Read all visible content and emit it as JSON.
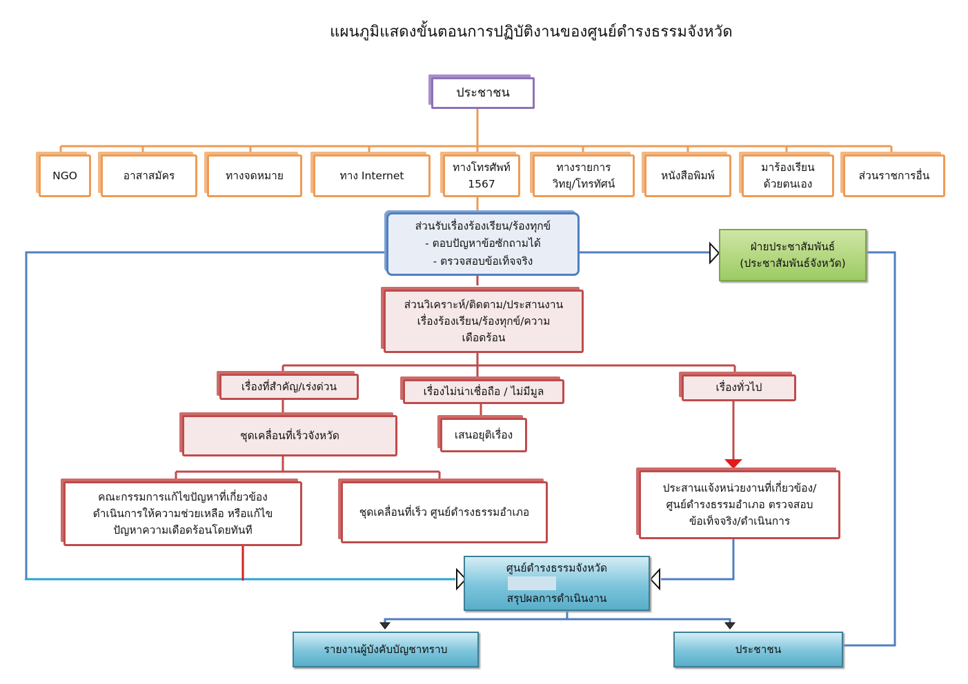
{
  "title": "แผนภูมิแสดงขั้นตอนการปฏิบัติงานของศูนย์ดำรงธรรมจังหวัด",
  "top_box": "ประชาชน",
  "channels": [
    "NGO",
    "อาสาสมัคร",
    "ทางจดหมาย",
    "ทาง Internet",
    [
      "ทางโทรศัพท์",
      "1567"
    ],
    [
      "ทางรายการ",
      "วิทยุ/โทรทัศน์"
    ],
    "หนังสือพิมพ์",
    [
      "มาร้องเรียน",
      "ด้วยตนเอง"
    ],
    "ส่วนราชการอื่น"
  ],
  "receive_box": {
    "lines": [
      "ส่วนรับเรื่องร้องเรียน/ร้องทุกข์",
      "-  ตอบปัญหาข้อซักถามได้",
      "-  ตรวจสอบข้อเท็จจริง"
    ]
  },
  "pr_box": {
    "lines": [
      "ฝ่ายประชาสัมพันธ์",
      "(ประชาสัมพันธ์จังหวัด)"
    ]
  },
  "analysis_box": {
    "lines": [
      "ส่วนวิเคราะห์/ติดตาม/ประสานงาน",
      "เรื่องร้องเรียน/ร้องทุกข์/ความ",
      "เดือดร้อน"
    ]
  },
  "urgent": "เรื่องที่สำคัญ/เร่งด่วน",
  "unreliable": "เรื่องไม่น่าเชื่อถือ / ไม่มีมูล",
  "general": "เรื่องทั่วไป",
  "province_team": "ชุดเคลื่อนที่เร็วจังหวัด",
  "propose_end": "เสนอยุติเรื่อง",
  "committee": {
    "lines": [
      "คณะกรรมการแก้ไขปัญหาที่เกี่ยวข้อง",
      "ดำเนินการให้ความช่วยเหลือ   หรือแก้ไข",
      "ปัญหาความเดือดร้อนโดยทันที"
    ]
  },
  "district_team": "ชุดเคลื่อนที่เร็ว ศูนย์ดำรงธรรมอำเภอ",
  "coordinate": {
    "lines": [
      "ประสานแจ้งหน่วยงานที่เกี่ยวข้อง/",
      "ศูนย์ดำรงธรรมอำเภอ   ตรวจสอบ",
      "ข้อเท็จจริง/ดำเนินการ"
    ]
  },
  "center_summary": {
    "line1": "ศูนย์ดำรงธรรมจังหวัด",
    "line2": "สรุปผลการดำเนินงาน"
  },
  "report_box": "รายงานผู้บังคับบัญชาทราบ",
  "people_box": "ประชาชน",
  "colors": {
    "orange": "#ee9b55",
    "purple": "#8e73b4",
    "blue": "#4f7fbf",
    "green": "#9ccb62",
    "red": "#bf4b4b",
    "teal": "#5aaec9",
    "cyan_line": "#2aa3d6"
  }
}
